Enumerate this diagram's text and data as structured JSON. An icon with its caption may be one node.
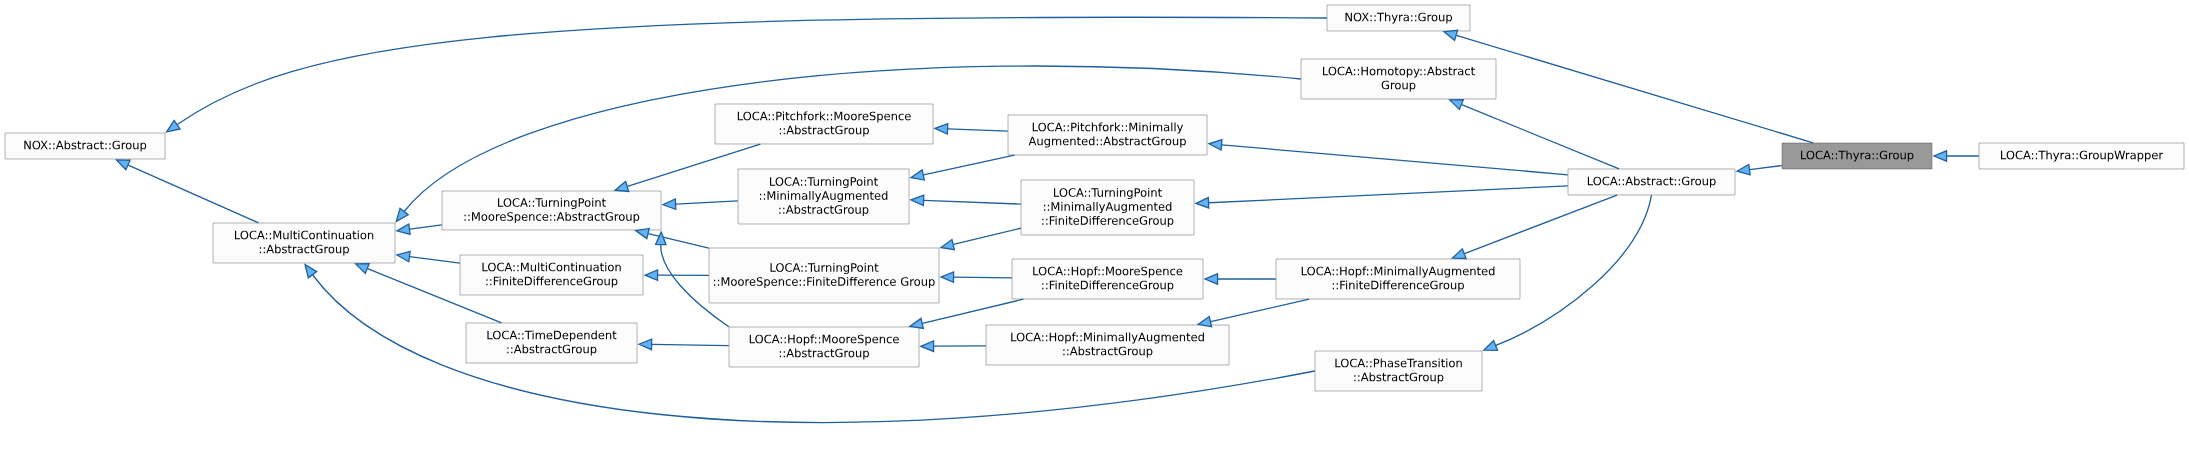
{
  "diagram": {
    "nodes": [
      {
        "text": [
          "NOX::Abstract::Group"
        ]
      },
      {
        "text": [
          "NOX::Thyra::Group"
        ]
      },
      {
        "text": [
          "LOCA::MultiContinuation ::AbstractGroup"
        ]
      },
      {
        "text": [
          "LOCA::Homotopy::Abstract Group"
        ]
      },
      {
        "text": [
          "LOCA::Pitchfork::MooreSpence ::AbstractGroup"
        ]
      },
      {
        "text": [
          "LOCA::Pitchfork::Minimally Augmented::AbstractGroup"
        ]
      },
      {
        "text": [
          "LOCA::TurningPoint ::MooreSpence::AbstractGroup"
        ]
      },
      {
        "text": [
          "LOCA::TurningPoint ::MinimallyAugmented ::AbstractGroup"
        ]
      },
      {
        "text": [
          "LOCA::TurningPoint ::MinimallyAugmented ::FiniteDifferenceGroup"
        ]
      },
      {
        "text": [
          "LOCA::MultiContinuation ::FiniteDifferenceGroup"
        ]
      },
      {
        "text": [
          "LOCA::TurningPoint ::MooreSpence::FiniteDifference Group"
        ]
      },
      {
        "text": [
          "LOCA::Hopf::MooreSpence ::FiniteDifferenceGroup"
        ]
      },
      {
        "text": [
          "LOCA::Hopf::MinimallyAugmented ::FiniteDifferenceGroup"
        ]
      },
      {
        "text": [
          "LOCA::TimeDependent ::AbstractGroup"
        ]
      },
      {
        "text": [
          "LOCA::Hopf::MooreSpence ::AbstractGroup"
        ]
      },
      {
        "text": [
          "LOCA::Hopf::MinimallyAugmented ::AbstractGroup"
        ]
      },
      {
        "text": [
          "LOCA::PhaseTransition ::AbstractGroup"
        ]
      },
      {
        "text": [
          "LOCA::Abstract::Group"
        ]
      },
      {
        "text": [
          "LOCA::Thyra::Group"
        ]
      },
      {
        "text": [
          "LOCA::Thyra::GroupWrapper"
        ]
      }
    ],
    "edges": [
      {
        "from": 1,
        "to": 0,
        "arrow": "to"
      },
      {
        "from": 2,
        "to": 0,
        "arrow": "to"
      },
      {
        "from": 18,
        "to": 1,
        "arrow": "to"
      },
      {
        "from": 3,
        "to": 2,
        "arrow": "to"
      },
      {
        "from": 6,
        "to": 2,
        "arrow": "to"
      },
      {
        "from": 9,
        "to": 2,
        "arrow": "to"
      },
      {
        "from": 13,
        "to": 2,
        "arrow": "to"
      },
      {
        "from": 16,
        "to": 2,
        "arrow": "to"
      },
      {
        "from": 17,
        "to": 3,
        "arrow": "to"
      },
      {
        "from": 4,
        "to": 6,
        "arrow": "to"
      },
      {
        "from": 5,
        "to": 4,
        "arrow": "to"
      },
      {
        "from": 5,
        "to": 7,
        "arrow": "to"
      },
      {
        "from": 17,
        "to": 5,
        "arrow": "to"
      },
      {
        "from": 7,
        "to": 6,
        "arrow": "to"
      },
      {
        "from": 8,
        "to": 7,
        "arrow": "to"
      },
      {
        "from": 8,
        "to": 10,
        "arrow": "to"
      },
      {
        "from": 17,
        "to": 8,
        "arrow": "to"
      },
      {
        "from": 10,
        "to": 6,
        "arrow": "to"
      },
      {
        "from": 10,
        "to": 9,
        "arrow": "to"
      },
      {
        "from": 14,
        "to": 6,
        "arrow": "to"
      },
      {
        "from": 14,
        "to": 13,
        "arrow": "to"
      },
      {
        "from": 11,
        "to": 10,
        "arrow": "to"
      },
      {
        "from": 11,
        "to": 14,
        "arrow": "to"
      },
      {
        "from": 12,
        "to": 11,
        "arrow": "to"
      },
      {
        "from": 12,
        "to": 15,
        "arrow": "to"
      },
      {
        "from": 17,
        "to": 12,
        "arrow": "to"
      },
      {
        "from": 15,
        "to": 14,
        "arrow": "to"
      },
      {
        "from": 17,
        "to": 16,
        "arrow": "to"
      },
      {
        "from": 18,
        "to": 17,
        "arrow": "to"
      },
      {
        "from": 19,
        "to": 18,
        "arrow": "to"
      }
    ]
  }
}
